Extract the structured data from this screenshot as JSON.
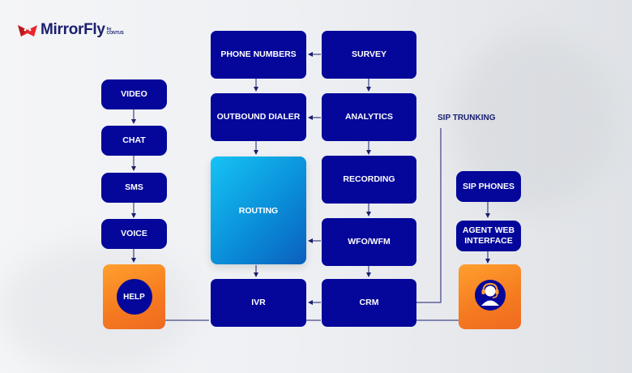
{
  "brand": {
    "name": "MirrorFly",
    "sub_top": "by",
    "sub_bottom": "CONTUS"
  },
  "channels": [
    "VIDEO",
    "CHAT",
    "SMS",
    "VOICE"
  ],
  "help_label": "HELP",
  "middle": {
    "phone_numbers": "PHONE NUMBERS",
    "outbound_dialer": "OUTBOUND DIALER",
    "routing": "ROUTING",
    "ivr": "IVR"
  },
  "right_column": {
    "survey": "SURVEY",
    "analytics": "ANALYTICS",
    "recording": "RECORDING",
    "wfo_wfm": "WFO/WFM",
    "crm": "CRM"
  },
  "sip_trunking": "SIP TRUNKING",
  "agent_side": {
    "sip_phones": "SIP PHONES",
    "agent_web_interface": "AGENT WEB INTERFACE",
    "agent_icon": "agent-headset-icon"
  },
  "colors": {
    "box": "#04079a",
    "routing_gradient": [
      "#16c3f5",
      "#0b5fbd"
    ],
    "accent": "#f57a1f"
  }
}
